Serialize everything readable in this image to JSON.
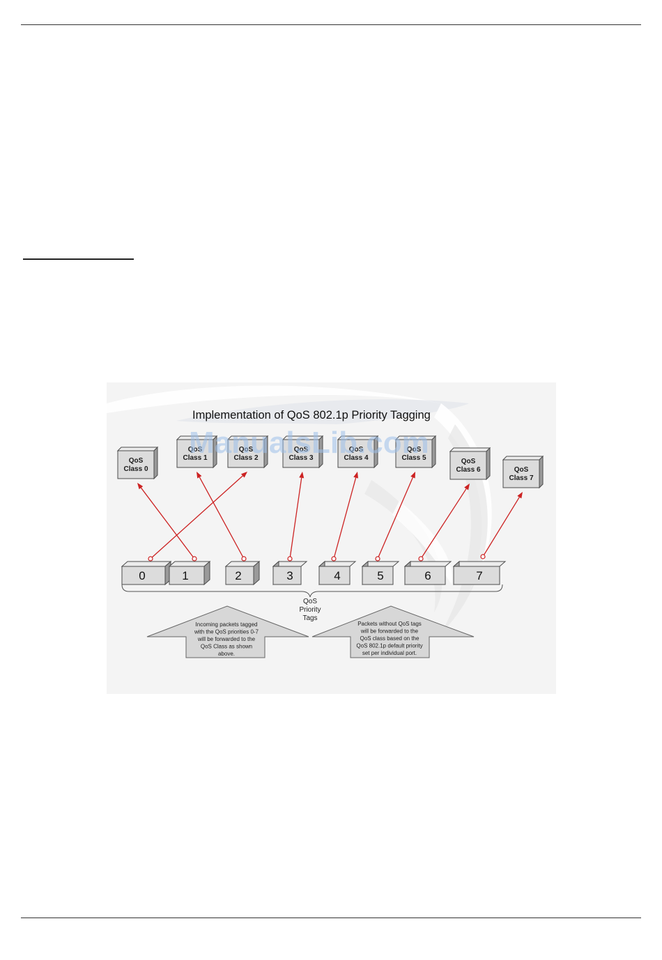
{
  "figure": {
    "title": "Implementation of QoS 802.1p Priority Tagging",
    "watermark": "ManualsLib.com",
    "classes": [
      {
        "line1": "QoS",
        "line2": "Class 0"
      },
      {
        "line1": "QoS",
        "line2": "Class 1"
      },
      {
        "line1": "QoS",
        "line2": "Class 2"
      },
      {
        "line1": "QoS",
        "line2": "Class 3"
      },
      {
        "line1": "QoS",
        "line2": "Class 4"
      },
      {
        "line1": "QoS",
        "line2": "Class 5"
      },
      {
        "line1": "QoS",
        "line2": "Class 6"
      },
      {
        "line1": "QoS",
        "line2": "Class 7"
      }
    ],
    "tags": [
      "0",
      "1",
      "2",
      "3",
      "4",
      "5",
      "6",
      "7"
    ],
    "mapping": [
      {
        "tag": "0",
        "class": "Class 2"
      },
      {
        "tag": "1",
        "class": "Class 0"
      },
      {
        "tag": "2",
        "class": "Class 1"
      },
      {
        "tag": "3",
        "class": "Class 3"
      },
      {
        "tag": "4",
        "class": "Class 4"
      },
      {
        "tag": "5",
        "class": "Class 5"
      },
      {
        "tag": "6",
        "class": "Class 6"
      },
      {
        "tag": "7",
        "class": "Class 7"
      }
    ],
    "tags_caption": [
      "QoS",
      "Priority",
      "Tags"
    ],
    "left_note": [
      "Incoming packets tagged",
      "with the QoS priorities 0-7",
      "will be forwarded to the",
      "QoS Class as shown",
      "above."
    ],
    "right_note": [
      "Packets without QoS tags",
      "will be forwarded to the",
      "QoS class based on the",
      "QoS 802.1p default priority",
      "set per individual port."
    ]
  }
}
